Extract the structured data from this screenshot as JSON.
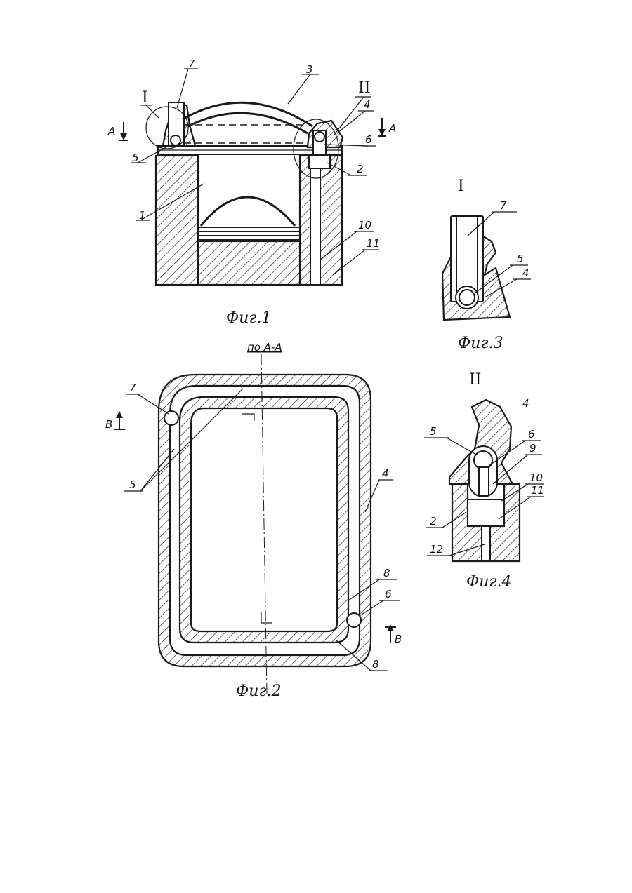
{
  "figures": {
    "fig1": {
      "caption": "Фиг.1",
      "section_marks": [
        "A",
        "A"
      ],
      "detail_marks": [
        "I",
        "II"
      ],
      "callouts": [
        "7",
        "3",
        "II",
        "4",
        "6",
        "2",
        "5",
        "1",
        "10",
        "11"
      ]
    },
    "fig2": {
      "caption": "Фиг.2",
      "section_title": "по А-А",
      "section_marks": [
        "B",
        "B"
      ],
      "callouts": [
        "7",
        "5",
        "4",
        "8",
        "6",
        "8"
      ]
    },
    "fig3": {
      "caption": "Фиг.3",
      "detail_mark": "I",
      "callouts": [
        "7",
        "5",
        "4"
      ]
    },
    "fig4": {
      "caption": "Фиг.4",
      "detail_mark": "II",
      "callouts": [
        "4",
        "5",
        "6",
        "9",
        "10",
        "11",
        "2",
        "12"
      ]
    }
  },
  "colors": {
    "ink": "#1a1a1a",
    "paper": "#ffffff"
  }
}
